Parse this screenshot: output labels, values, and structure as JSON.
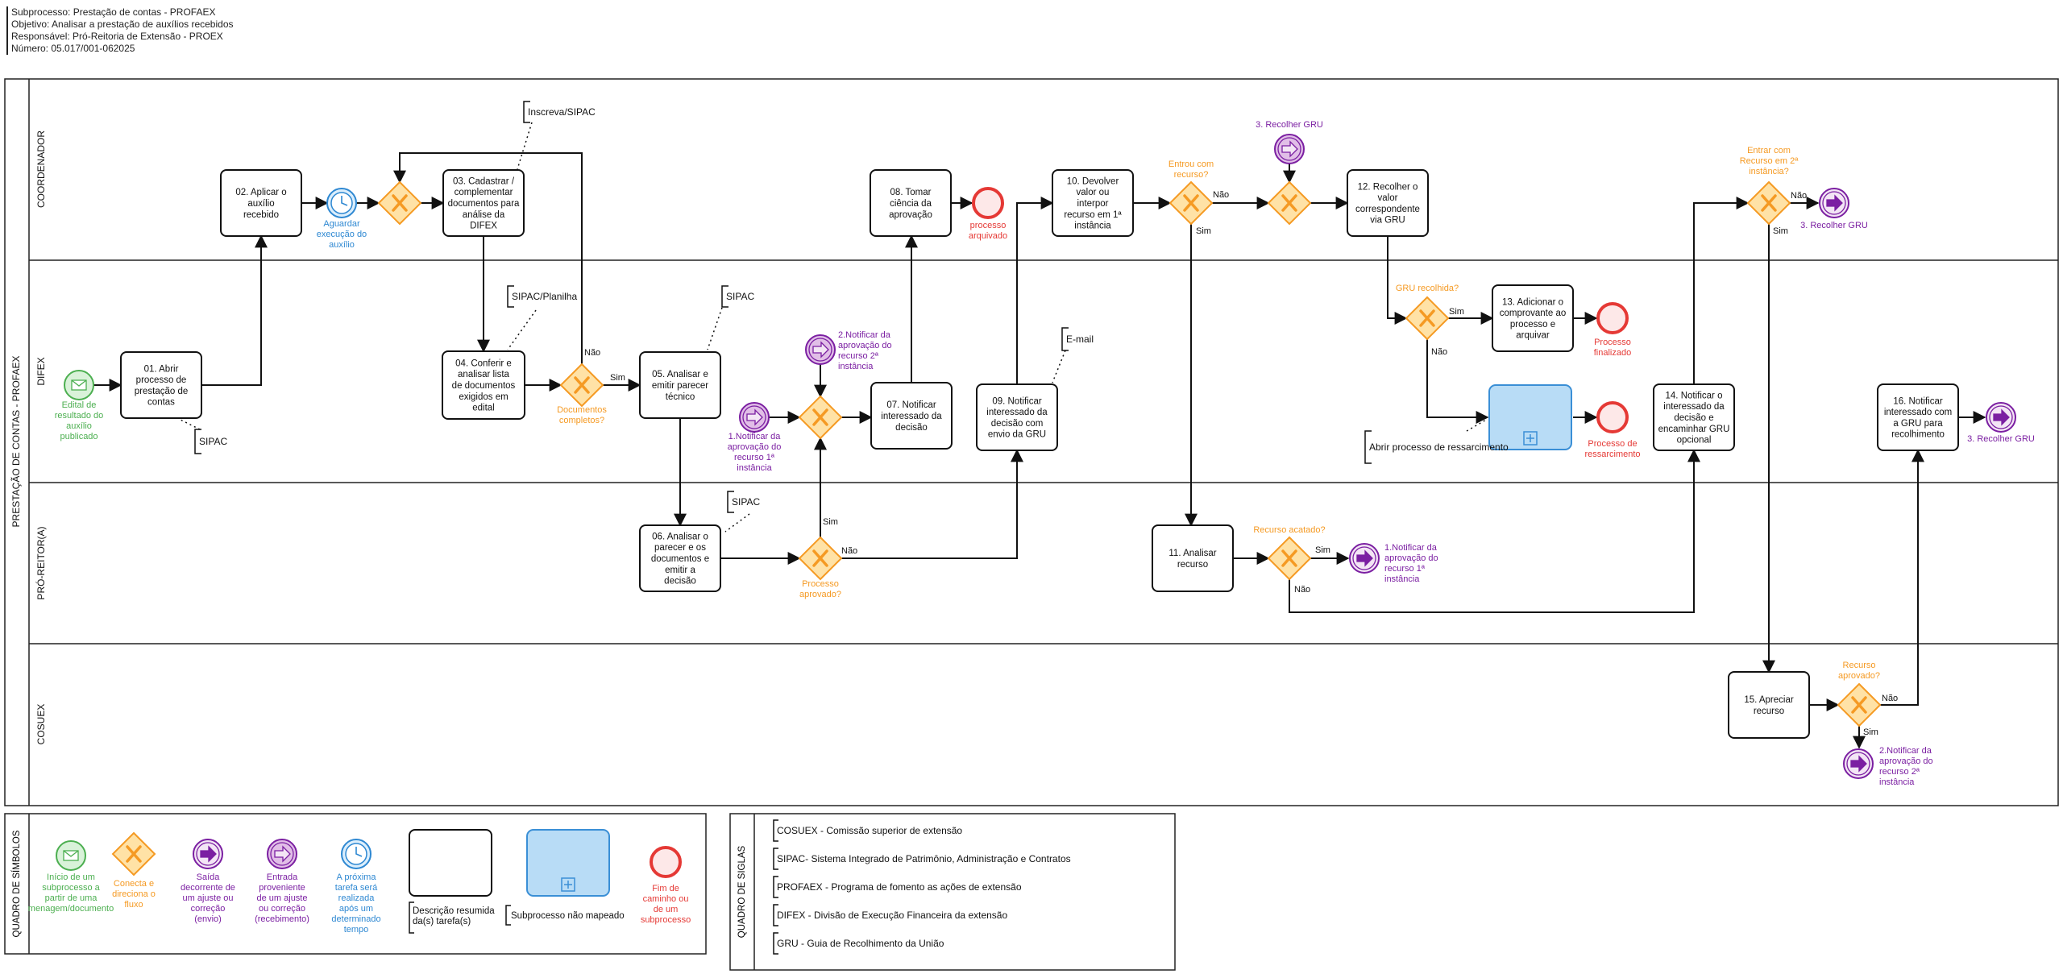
{
  "header": {
    "line1": "Subprocesso: Prestação de contas - PROFAEX",
    "line2": "Objetivo: Analisar a prestação de auxílios recebidos",
    "line3": "Responsável: Pró-Reitoria de Extensão - PROEX",
    "line4": "Número: 05.017/001-062025"
  },
  "colors": {
    "start": "#4caf50",
    "end": "#e53935",
    "gateway": "#f59a23",
    "gateway_fill": "#ffe2a6",
    "message": "#7b1fa2",
    "message_fill": "#e1bee7",
    "timer": "#2e88d2",
    "subprocess_fill": "#b8dcf6"
  },
  "pool": {
    "title": "PRESTAÇÃO DE CONTAS - PROFAEX",
    "lanes": [
      "COORDENADOR",
      "DIFEX",
      "PRÓ-REITOR(A)",
      "COSUEX"
    ]
  },
  "tasks": [
    "01. Abrir processo de prestação de contas",
    "02. Aplicar o auxílio recebido",
    "03. Cadastrar / complementar documentos para análise da DIFEX",
    "04. Conferir e analisar lista de documentos exigidos em edital",
    "05. Analisar e emitir parecer técnico",
    "06. Analisar o parecer e os documentos e emitir a decisão",
    "07. Notificar interessado da decisão",
    "08. Tomar ciência da aprovação",
    "09. Notificar interessado da decisão com envio da GRU",
    "10. Devolver valor ou interpor recurso em 1ª instância",
    "11. Analisar recurso",
    "12. Recolher o valor correspondente via GRU",
    "13. Adicionar o comprovante ao processo e arquivar",
    "14. Notificar o interessado da decisão e encaminhar GRU opcional",
    "15. Apreciar recurso",
    "16. Notificar interessado com a GRU para recolhimento"
  ],
  "events": {
    "start": "Edital de resultado do auxílio publicado",
    "timer": "Aguardar execução do auxílio",
    "end_arquivado": "processo arquivado",
    "end_finalizado": "Processo finalizado",
    "end_ressarcimento": "Processo de ressarcimento",
    "msg_in_1": "1.Notificar da aprovação do recurso 1ª instância",
    "msg_in_2": "2.Notificar da aprovação do recurso 2ª instância",
    "msg_in_3": "3. Recolher GRU",
    "msg_out_1": "1.Notificar da aprovação do recurso 1ª instância",
    "msg_out_2": "2.Notificar da aprovação do recurso 2ª instância",
    "msg_out_3a": "3. Recolher GRU",
    "msg_out_3b": "3. Recolher GRU"
  },
  "gateways": {
    "docs": "Documentos completos?",
    "aprovado": "Processo aprovado?",
    "entrou": "Entrou com recurso?",
    "gru": "GRU recolhida?",
    "acatado": "Recurso acatado?",
    "segunda": "Entrar com Recurso em 2ª instância?",
    "rec_aprovado": "Recurso aprovado?"
  },
  "flow_labels": {
    "sim": "Sim",
    "nao": "Não"
  },
  "annotations": {
    "sipac": "SIPAC",
    "inscreva": "Inscreva/SIPAC",
    "planilha": "SIPAC/Planilha",
    "email": "E-mail",
    "ressarcimento": "Abrir processo de ressarcimento"
  },
  "legend": {
    "title": "QUADRO DE SÍMBOLOS",
    "start": "Início de um subprocesso a partir de uma menagem/documento",
    "gateway": "Conecta e direciona o fluxo",
    "msg_out": "Saída decorrente de um ajuste ou correção (envio)",
    "msg_in": "Entrada proveniente de um ajuste ou correção (recebimento)",
    "timer": "A próxima tarefa será realizada após um determinado tempo",
    "task": "Descrição resumida da(s) tarefa(s)",
    "subprocess": "Subprocesso não mapeado",
    "end": "Fim de caminho ou de um subprocesso"
  },
  "siglas": {
    "title": "QUADRO DE SIGLAS",
    "items": [
      "COSUEX - Comissão superior de extensão",
      "SIPAC- Sistema Integrado de Patrimônio, Administração e Contratos",
      "PROFAEX - Programa de fomento as ações de extensão",
      "DIFEX - Divisão de Execução Financeira da extensão",
      "GRU - Guia de Recolhimento da União"
    ]
  }
}
